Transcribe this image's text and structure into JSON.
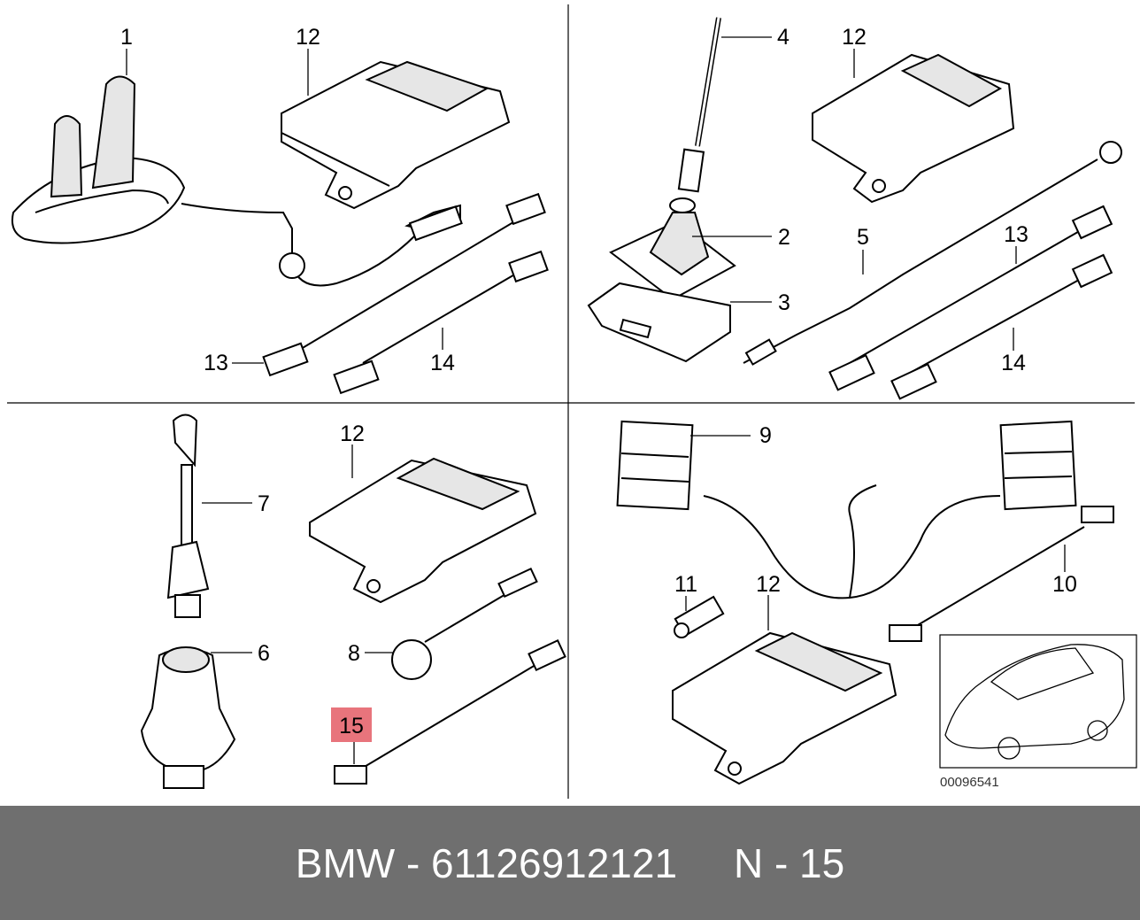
{
  "callouts": [
    {
      "id": "label-1",
      "text": "1"
    },
    {
      "id": "label-12-q1",
      "text": "12"
    },
    {
      "id": "label-13-q1",
      "text": "13"
    },
    {
      "id": "label-14-q1",
      "text": "14"
    },
    {
      "id": "label-4",
      "text": "4"
    },
    {
      "id": "label-12-q2",
      "text": "12"
    },
    {
      "id": "label-2",
      "text": "2"
    },
    {
      "id": "label-3",
      "text": "3"
    },
    {
      "id": "label-5",
      "text": "5"
    },
    {
      "id": "label-13-q2",
      "text": "13"
    },
    {
      "id": "label-14-q2",
      "text": "14"
    },
    {
      "id": "label-7",
      "text": "7"
    },
    {
      "id": "label-12-q3",
      "text": "12"
    },
    {
      "id": "label-6",
      "text": "6"
    },
    {
      "id": "label-8",
      "text": "8"
    },
    {
      "id": "label-15",
      "text": "15"
    },
    {
      "id": "label-9",
      "text": "9"
    },
    {
      "id": "label-11",
      "text": "11"
    },
    {
      "id": "label-12-q4",
      "text": "12"
    },
    {
      "id": "label-10",
      "text": "10"
    }
  ],
  "highlight_color": "#e8747c",
  "diagram_ref": "00096541",
  "footer": {
    "text": "BMW - 61126912121     N - 15"
  }
}
